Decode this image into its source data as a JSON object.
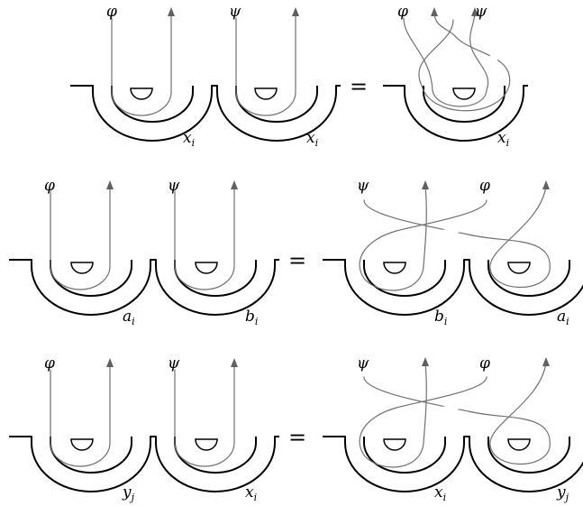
{
  "equations": [
    {
      "lhs": {
        "strand_labels": [
          "φ",
          "ψ"
        ],
        "band_labels": [
          {
            "base": "x",
            "sub": "i"
          },
          {
            "base": "x",
            "sub": "i"
          }
        ]
      },
      "equals": "=",
      "rhs": {
        "strand_labels": [
          "φ",
          "ψ"
        ],
        "band_labels": [
          {
            "base": "x",
            "sub": "i"
          }
        ]
      }
    },
    {
      "lhs": {
        "strand_labels": [
          "φ",
          "ψ"
        ],
        "band_labels": [
          {
            "base": "a",
            "sub": "i"
          },
          {
            "base": "b",
            "sub": "i"
          }
        ]
      },
      "equals": "=",
      "rhs": {
        "strand_labels": [
          "ψ",
          "φ"
        ],
        "band_labels": [
          {
            "base": "b",
            "sub": "i"
          },
          {
            "base": "a",
            "sub": "i"
          }
        ]
      }
    },
    {
      "lhs": {
        "strand_labels": [
          "φ",
          "ψ"
        ],
        "band_labels": [
          {
            "base": "y",
            "sub": "j"
          },
          {
            "base": "x",
            "sub": "i"
          }
        ]
      },
      "equals": "=",
      "rhs": {
        "strand_labels": [
          "ψ",
          "φ"
        ],
        "band_labels": [
          {
            "base": "x",
            "sub": "i"
          },
          {
            "base": "y",
            "sub": "j"
          }
        ]
      }
    }
  ]
}
